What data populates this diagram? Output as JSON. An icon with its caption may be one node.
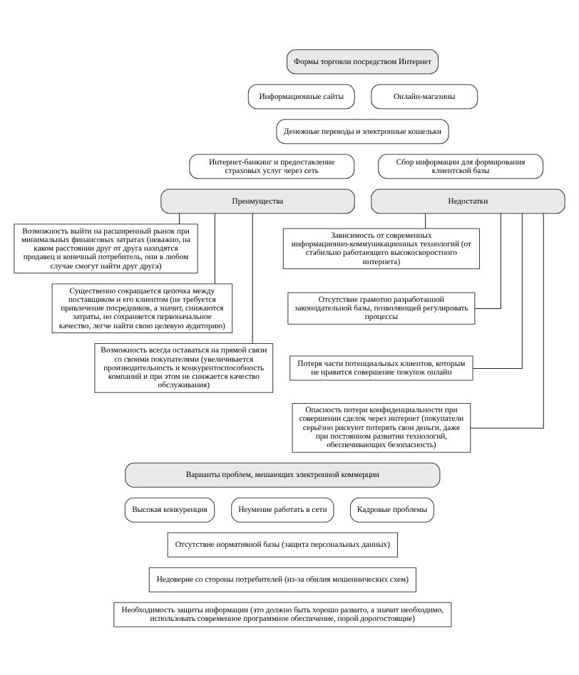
{
  "diagram": {
    "nodes": [
      {
        "text": [
          "Формы торговли посредством Интернет"
        ]
      },
      {
        "text": [
          "Информационные сайты"
        ]
      },
      {
        "text": [
          "Онлайн-магазины"
        ]
      },
      {
        "text": [
          "Денежные переводы и электронные кошельки"
        ]
      },
      {
        "text": [
          "Интернет-банкинг и предоставление страховых услуг через сеть"
        ]
      },
      {
        "text": [
          "Сбор информации для формирования клиентской базы"
        ]
      },
      {
        "text": [
          "Преимущества"
        ]
      },
      {
        "text": [
          "Возможность выйти на расширенный рынок при минимальных финансовых затратах (неважно, на каком расстоянии друг от друга находятся продавец и конечный потребитель, они в любом случае смогут найти друг друга)"
        ]
      },
      {
        "text": [
          "Существенно сокращается цепочка между поставщиком и его клиентом (не требуется привлечение посредников, а значит, снижаются затраты, но сохраняется первоначальное качество, легче найти свою целевую аудиторию)"
        ]
      },
      {
        "text": [
          "Возможность всегда оставаться на прямой связи со своими покупателями (увеличивается производительность и конкурентоспособность компаний и при этом не снижается качество обслуживания)"
        ]
      },
      {
        "text": [
          "Недостатки"
        ]
      },
      {
        "text": [
          "Зависимость от современных информационно-коммуникационных технологий (от стабильно работающего высокоскоростного интернета)"
        ]
      },
      {
        "text": [
          "Отсутствие грамотно разработанной законодательной базы, позволяющей регулировать процессы"
        ]
      },
      {
        "text": [
          "Потеря части потенциальных клиентов, которым не нравится совершение покупок онлайн"
        ]
      },
      {
        "text": [
          "Опасность потери конфиденциальности при совершении сделок через интернет (покупатели серьёзно рискуют потерять свои деньги, даже при постоянном развитии технологий, обеспечивающих безопасность)"
        ]
      },
      {
        "text": [
          "Варианты проблем, мешающих электронной коммерции"
        ]
      },
      {
        "text": [
          "Высокая конкуренция"
        ]
      },
      {
        "text": [
          "Неумение работать в сети"
        ]
      },
      {
        "text": [
          "Кадровые проблемы"
        ]
      },
      {
        "text": [
          "Отсутствие нормативной базы (защита персональных данных)"
        ]
      },
      {
        "text": [
          "Недоверие со стороны потребителей (из-за обилия мошеннических схем)"
        ]
      },
      {
        "text": [
          "Необходимость защиты информации (это должно быть хорошо развито, а значит необходимо, использовать современное программное обеспечение, порой дорогостоящие)"
        ]
      }
    ],
    "edges": [
      {
        "from": 6,
        "to": 7,
        "arrow": "none"
      },
      {
        "from": 6,
        "to": 8,
        "arrow": "none"
      },
      {
        "from": 6,
        "to": 9,
        "arrow": "none"
      },
      {
        "from": 10,
        "to": 11,
        "arrow": "none"
      },
      {
        "from": 10,
        "to": 12,
        "arrow": "none"
      },
      {
        "from": 10,
        "to": 13,
        "arrow": "none"
      },
      {
        "from": 10,
        "to": 14,
        "arrow": "none"
      }
    ]
  }
}
